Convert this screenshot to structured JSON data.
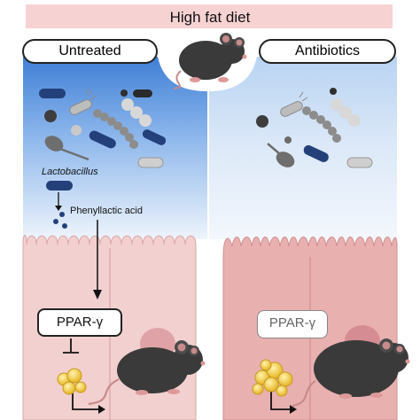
{
  "banner": {
    "text": "High fat diet"
  },
  "conditions": {
    "left": "Untreated",
    "right": "Antibiotics"
  },
  "labels": {
    "bacterium": "Lactobacillus",
    "metabolite": "Phenyllactic acid",
    "receptor_left": "PPAR-γ",
    "receptor_right": "PPAR-γ"
  },
  "colors": {
    "banner": "#f7d2d3",
    "gut_bg": "#d7e6f7",
    "gut_bg_strong": "#3f7fd6",
    "epithelium": "#f2d0d0",
    "nucleus": "#dfa2a6",
    "rod_bacteria": "#23407a",
    "lipid_droplets": "#f2cf43",
    "mouse": "#3a3a3a"
  },
  "icons": [
    "mouse-icon",
    "rod-bacterium-icon",
    "cocci-chain-icon",
    "flagellated-bacterium-icon",
    "fungus-icon",
    "lipid-droplet-icon",
    "arrow-icon",
    "inhibition-icon"
  ]
}
